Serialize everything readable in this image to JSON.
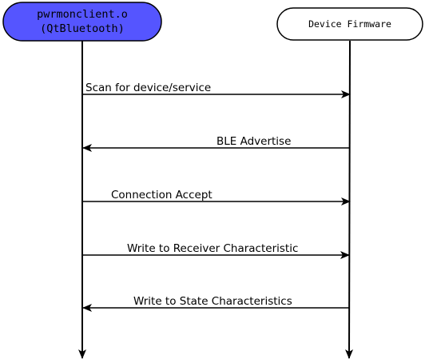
{
  "colors": {
    "client_fill": "#5555ff",
    "firmware_fill": "#ffffff",
    "line": "#000000"
  },
  "actors": {
    "client": {
      "line1": "pwrmonclient.o",
      "line2": "(QtBluetooth)"
    },
    "firmware": {
      "label": "Device Firmware"
    }
  },
  "messages": [
    {
      "label": "Scan for device/service",
      "direction": "client-to-firmware"
    },
    {
      "label": "BLE Advertise",
      "direction": "firmware-to-client"
    },
    {
      "label": "Connection Accept",
      "direction": "client-to-firmware"
    },
    {
      "label": "Write to Receiver Characteristic",
      "direction": "client-to-firmware"
    },
    {
      "label": "Write to State Characteristics",
      "direction": "firmware-to-client"
    }
  ]
}
